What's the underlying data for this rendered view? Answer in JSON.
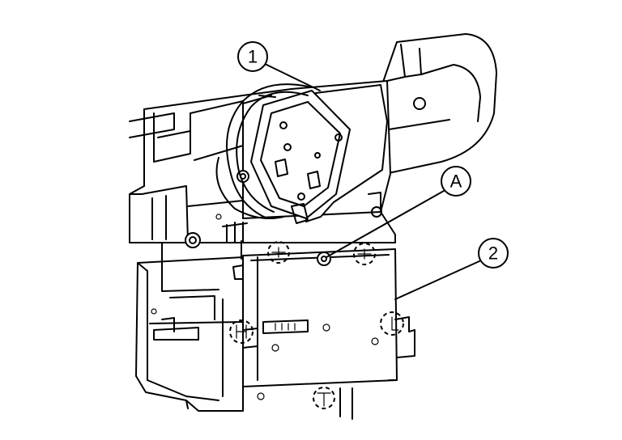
{
  "callouts": {
    "one": "1",
    "two": "2",
    "a": "A"
  }
}
